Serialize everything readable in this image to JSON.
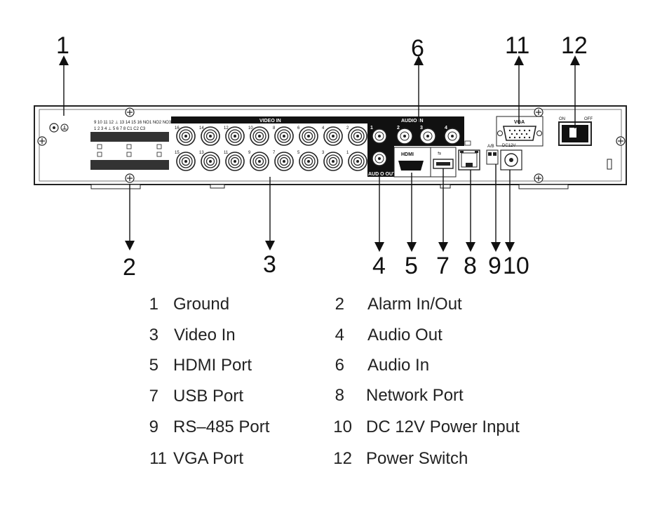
{
  "callouts": [
    "1",
    "2",
    "3",
    "4",
    "5",
    "6",
    "7",
    "8",
    "9",
    "10",
    "11",
    "12"
  ],
  "panel": {
    "video_in": "VIDEO IN",
    "audio_in": "AUDIO IN",
    "audio_out": "AUDIO OUT",
    "hdmi": "HDMI",
    "vga": "VGA",
    "ab": "A/B",
    "dc12v": "DC12V",
    "on": "ON",
    "off": "OFF",
    "alarm_top": "9 10 11 12 ⊥ 13 14 15 16 NO1 NO2 NO3",
    "alarm_bottom": "1 2 3 4 ⊥ 5 6 7 8 C1 C2 C3",
    "video_top": [
      "16",
      "14",
      "12",
      "10",
      "8",
      "6",
      "4",
      "2"
    ],
    "video_bottom": [
      "15",
      "13",
      "11",
      "9",
      "7",
      "5",
      "3",
      "1"
    ],
    "audio_in_nums": [
      "1",
      "2",
      "3",
      "4"
    ]
  },
  "legend": [
    {
      "num": "1",
      "label": "Ground"
    },
    {
      "num": "2",
      "label": "Alarm In/Out"
    },
    {
      "num": "3",
      "label": "Video In"
    },
    {
      "num": "4",
      "label": "Audio Out"
    },
    {
      "num": "5",
      "label": "HDMI Port"
    },
    {
      "num": "6",
      "label": "Audio In"
    },
    {
      "num": "7",
      "label": "USB Port"
    },
    {
      "num": "8",
      "label": "Network Port"
    },
    {
      "num": "9",
      "label": "RS–485 Port"
    },
    {
      "num": "10",
      "label": "DC 12V Power Input"
    },
    {
      "num": "11",
      "label": "VGA Port"
    },
    {
      "num": "12",
      "label": "Power Switch"
    }
  ]
}
